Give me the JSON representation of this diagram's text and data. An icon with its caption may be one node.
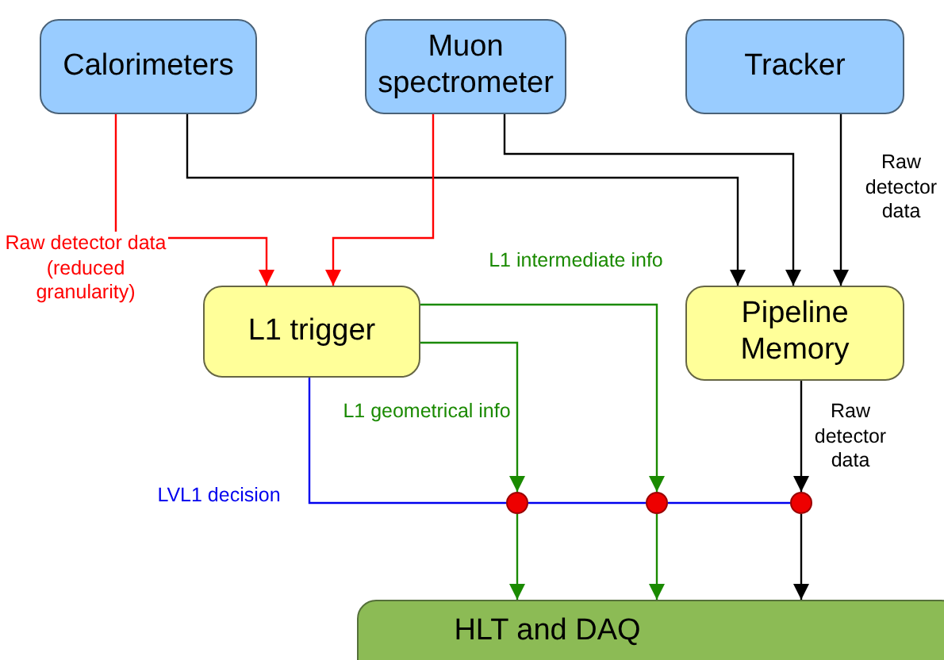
{
  "diagram": {
    "nodes": [
      {
        "text": [
          "Calorimeters"
        ]
      },
      {
        "text": [
          "Muon spectrometer"
        ]
      },
      {
        "text": [
          "Tracker"
        ]
      },
      {
        "text": [
          "L1 trigger"
        ]
      },
      {
        "text": [
          "Pipeline Memory"
        ]
      },
      {
        "text": [
          "HLT and DAQ"
        ]
      },
      {
        "text": [],
        "shape": "circle"
      },
      {
        "text": [],
        "shape": "circle"
      },
      {
        "text": [],
        "shape": "circle"
      }
    ],
    "edges": [
      {
        "from": 0,
        "to": 3,
        "arrow": "to",
        "color": "#ff0000",
        "label": "Raw detector data (reduced granularity)"
      },
      {
        "from": 0,
        "to": 4,
        "arrow": "to"
      },
      {
        "from": 1,
        "to": 3,
        "arrow": "to",
        "color": "#ff0000"
      },
      {
        "from": 1,
        "to": 4,
        "arrow": "to"
      },
      {
        "from": 2,
        "to": 4,
        "arrow": "to",
        "label": "Raw detector data"
      },
      {
        "from": 3,
        "to": 7,
        "arrow": "to",
        "color": "#1a8a00",
        "label": "L1 intermediate info"
      },
      {
        "from": 3,
        "to": 6,
        "arrow": "to",
        "color": "#1a8a00",
        "label": "L1 geometrical info"
      },
      {
        "from": 3,
        "to": 6,
        "arrow": "none",
        "color": "#0000ee",
        "label": "LVL1 decision"
      },
      {
        "from": 6,
        "to": 7,
        "arrow": "none",
        "color": "#0000ee"
      },
      {
        "from": 7,
        "to": 8,
        "arrow": "none",
        "color": "#0000ee"
      },
      {
        "from": 4,
        "to": 8,
        "arrow": "to",
        "label": "Raw detector data"
      },
      {
        "from": 6,
        "to": 5,
        "arrow": "to",
        "color": "#1a8a00"
      },
      {
        "from": 7,
        "to": 5,
        "arrow": "to",
        "color": "#1a8a00"
      },
      {
        "from": 8,
        "to": 5,
        "arrow": "to"
      }
    ]
  }
}
